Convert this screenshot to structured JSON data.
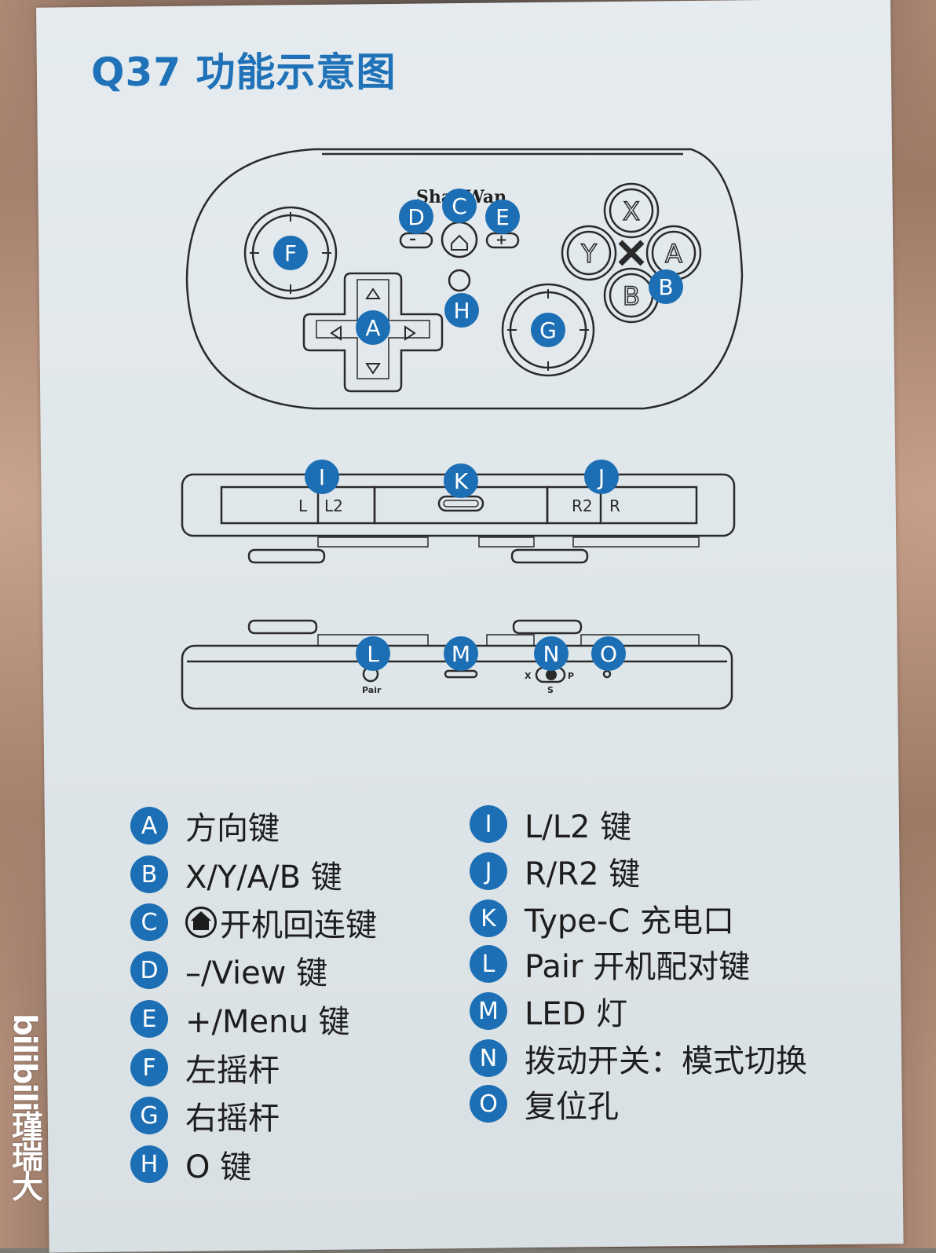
{
  "title": "Q37 功能示意图",
  "brand_text": "ShanWan",
  "diagram": {
    "callouts": [
      "A",
      "B",
      "C",
      "D",
      "E",
      "F",
      "G",
      "H",
      "I",
      "J",
      "K",
      "L",
      "M",
      "N",
      "O"
    ],
    "face_buttons": [
      "X",
      "Y",
      "A",
      "B"
    ],
    "top_edge_labels": [
      "L",
      "L2",
      "R2",
      "R"
    ],
    "bottom_edge_labels": {
      "pair": "Pair",
      "switch_left": "X",
      "switch_right": "P",
      "switch_bottom": "S"
    }
  },
  "legend_left": [
    {
      "badge": "A",
      "text": "方向键"
    },
    {
      "badge": "B",
      "text": "X/Y/A/B 键"
    },
    {
      "badge": "C",
      "text": "开机回连键",
      "icon": "home-icon"
    },
    {
      "badge": "D",
      "text": "–/View 键"
    },
    {
      "badge": "E",
      "text": "+/Menu 键"
    },
    {
      "badge": "F",
      "text": "左摇杆"
    },
    {
      "badge": "G",
      "text": "右摇杆"
    },
    {
      "badge": "H",
      "text": "O 键"
    }
  ],
  "legend_right": [
    {
      "badge": "I",
      "text": "L/L2 键"
    },
    {
      "badge": "J",
      "text": "R/R2 键"
    },
    {
      "badge": "K",
      "text": "Type-C 充电口"
    },
    {
      "badge": "L",
      "text": "Pair 开机配对键"
    },
    {
      "badge": "M",
      "text": "LED 灯"
    },
    {
      "badge": "N",
      "text": "拨动开关：模式切换"
    },
    {
      "badge": "O",
      "text": "复位孔"
    }
  ],
  "watermark": "bilibili瑾瑞大",
  "colors": {
    "accent": "#1d6fb5",
    "paper": "#e1e7eb",
    "ink": "#1d1d1d"
  }
}
